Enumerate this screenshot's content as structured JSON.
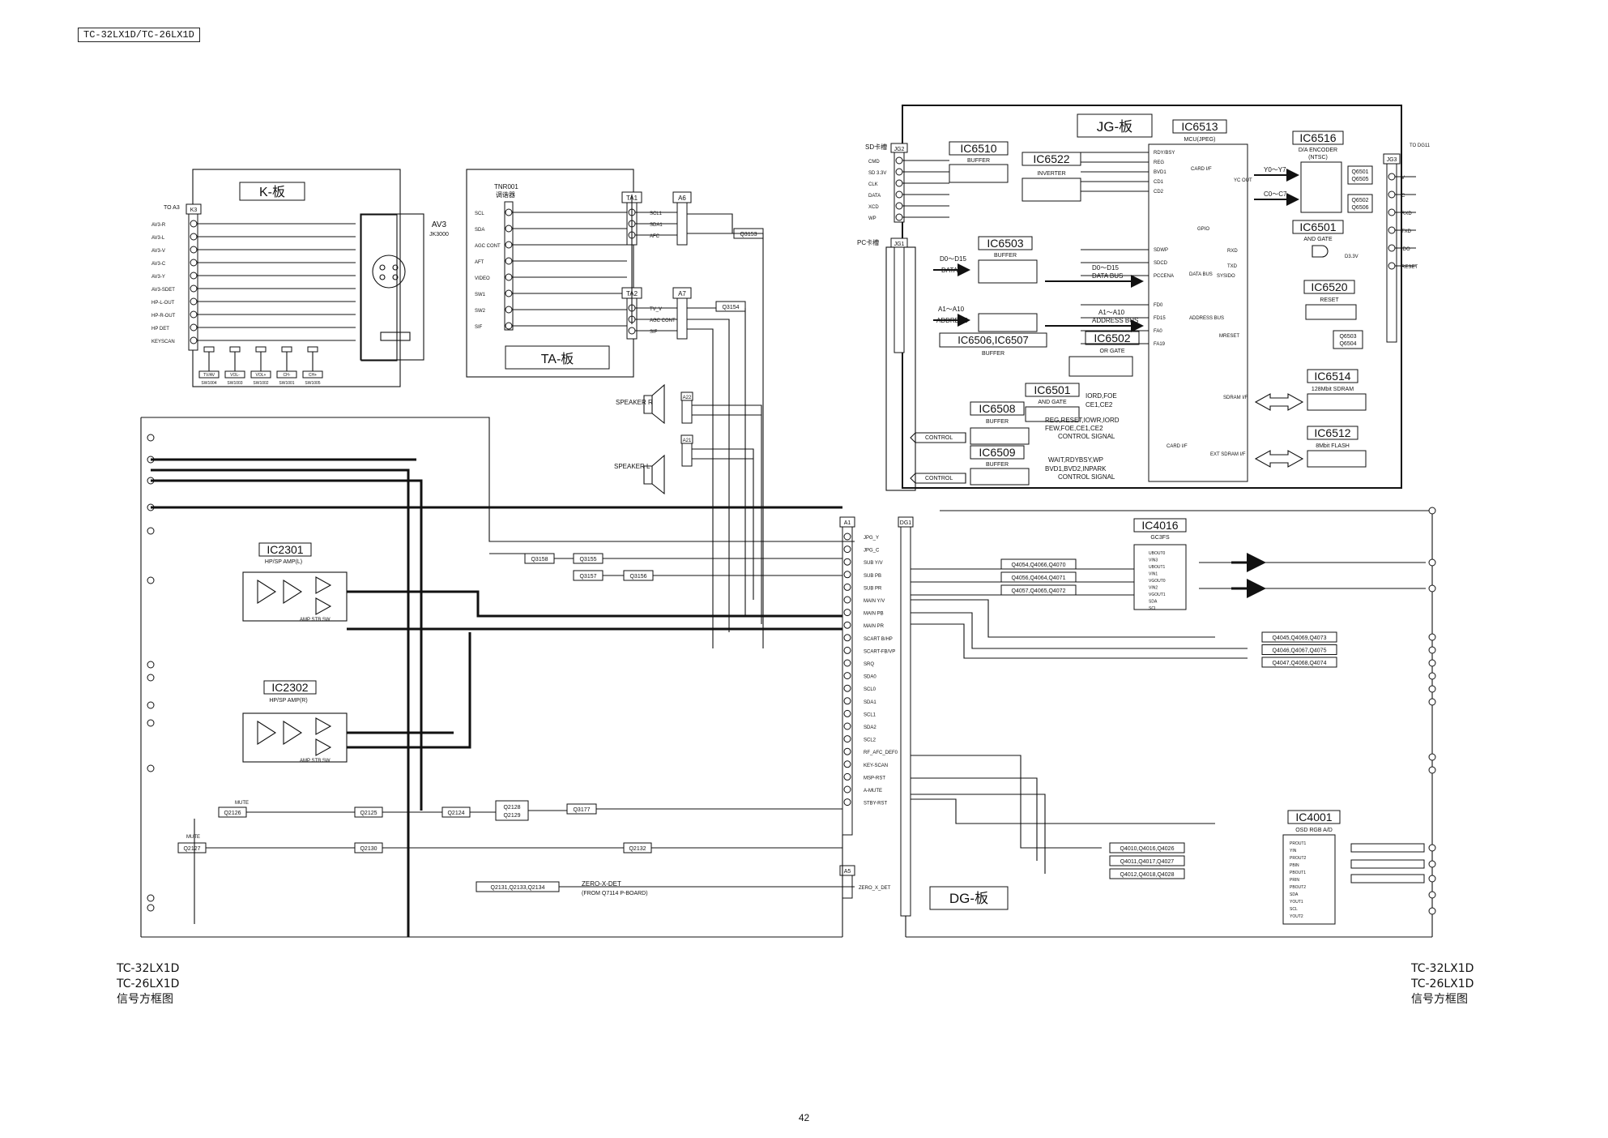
{
  "header": {
    "model": "TC-32LX1D/TC-26LX1D"
  },
  "caption_left": {
    "line1": "TC-32LX1D",
    "line2": "TC-26LX1D",
    "line3": "信号方框图"
  },
  "caption_right": {
    "line1": "TC-32LX1D",
    "line2": "TC-26LX1D",
    "line3": "信号方框图"
  },
  "page_number": "42",
  "boards": {
    "k": {
      "title": "K-板",
      "connector": "K3",
      "to": "TO A3",
      "pins": [
        "AV3-R",
        "AV3-L",
        "AV3-V",
        "AV3-C",
        "AV3-Y",
        "AV3-SDET",
        "HP-L-OUT",
        "HP-R-OUT",
        "HP DET",
        "KEYSCAN"
      ],
      "jack": "AV3",
      "jack_ref": "JK3000",
      "switches": [
        "TV/AV",
        "VOL-",
        "VOL+",
        "CH-",
        "CH+"
      ],
      "switch_refs": [
        "SW1004",
        "SW1003",
        "SW1002",
        "SW1001",
        "SW1005"
      ]
    },
    "ta": {
      "title": "TA-板",
      "tuner": "TNR001",
      "tuner_cn": "调谐器",
      "tuner_pins": [
        "SCL",
        "SDA",
        "AGC CONT",
        "AFT",
        "VIDEO",
        "SW1",
        "SW2",
        "SIF"
      ],
      "conn1": "TA1",
      "conn1_pins": [
        "SCL1",
        "SDA1",
        "AFC"
      ],
      "conn2": "TA2",
      "conn2_pins": [
        "TV_V",
        "AGC CONT",
        "SIF"
      ]
    },
    "jg": {
      "title": "JG-板",
      "sd_label": "SD卡槽",
      "sd_conn": "JG2",
      "sd_pins": [
        "CMD",
        "SD 3.3V",
        "CLK",
        "DATA",
        "XCD",
        "WP"
      ],
      "pc_label": "PC卡槽",
      "pc_conn": "JG1",
      "ic6510": "IC6510",
      "ic6510_fn": "BUFFER",
      "ic6522": "IC6522",
      "ic6522_fn": "INVERTER",
      "ic6503": "IC6503",
      "ic6503_fn": "BUFFER",
      "ic6506": "IC6506,IC6507",
      "ic6506_fn": "BUFFER",
      "ic6502": "IC6502",
      "ic6502_fn": "OR GATE",
      "ic6501a": "IC6501",
      "ic6501a_fn": "AND GATE",
      "ic6508": "IC6508",
      "ic6508_fn": "BUFFER",
      "ic6509": "IC6509",
      "ic6509_fn": "BUFFER",
      "ic6513": "IC6513",
      "ic6513_fn": "MCU(JPEG)",
      "ic6516": "IC6516",
      "ic6516_fn": "D/A ENCODER",
      "ic6516_fn2": "(NTSC)",
      "ic6501b": "IC6501",
      "ic6501b_fn": "AND GATE",
      "ic6520": "IC6520",
      "ic6520_fn": "RESET",
      "ic6514": "IC6514",
      "ic6514_fn": "128Mbit SDRAM",
      "ic6512": "IC6512",
      "ic6512_fn": "8Mbit FLASH",
      "to_dg": "TO DG11",
      "conn3": "JG3",
      "data": "D0～D15",
      "data_lbl": "DATA",
      "data_bus": "DATA BUS",
      "addr": "A1～A10",
      "addr_lbl": "ADDRESS",
      "addr_bus": "ADDRESS BUS",
      "iord": "IORD,FOE",
      "ce": "CE1,CE2",
      "ctrl1": "REG,RESET,IOWR,IORD",
      "ctrl1b": "FEW,FOE,CE1,CE2",
      "ctrl_sig": "CONTROL SIGNAL",
      "ctrl2": "WAIT,RDYBSY,WP",
      "ctrl2b": "BVD1,BVD2,INPARK",
      "control": "CONTROL",
      "mcu_pins": [
        "RDY/BSY",
        "REG",
        "BVD1",
        "CD1",
        "CD2",
        "SDWP",
        "SDCD",
        "PCCENA",
        "FD0",
        "FD15",
        "FA0",
        "FA19"
      ],
      "card_if": "CARD I/F",
      "gpio": "GPIO",
      "data_bus2": "DATA BUS",
      "addr_bus2": "ADDRESS BUS",
      "yc_out": "YC OUT",
      "y_bus": "Y0～Y7",
      "c_bus": "C0～C7",
      "q6501": "Q6501",
      "q6505": "Q6505",
      "q6502": "Q6502",
      "q6506": "Q6506",
      "q6503": "Q6503",
      "q6504": "Q6504",
      "rxd": "RXD",
      "txd": "TXD",
      "sysido": "SYSIDO",
      "mreset": "MRESET",
      "sdram": "SDRAM I/F",
      "ext_sdram": "EXT SDRAM I/F",
      "card": "CARD I/F",
      "v33": "D3.3V",
      "out_pins": [
        "V",
        "C",
        "RXD",
        "TXD",
        "IDO",
        "RESET"
      ]
    },
    "main": {
      "ic2301": "IC2301",
      "ic2301_fn": "HP/SP AMP(L)",
      "ic2302": "IC2302",
      "ic2302_fn": "HP/SP AMP(R)",
      "amp_stb": "AMP STB SW",
      "q3158": "Q3158",
      "q3155": "Q3155",
      "q3157": "Q3157",
      "q3156": "Q3156",
      "q3153": "Q3153",
      "q3154": "Q3154",
      "q3177": "Q3177",
      "q2126": "Q2126",
      "q2125": "Q2125",
      "q2124": "Q2124",
      "q2128": "Q2128",
      "q2129": "Q2129",
      "q2127": "Q2127",
      "q2130": "Q2130",
      "q2132": "Q2132",
      "q2131": "Q2131,Q2133,Q2134",
      "zero": "ZERO-X-DET",
      "from": "(FROM Q7114 P-BOARD)",
      "speaker_r": "SPEAKER R",
      "speaker_l": "SPEAKER L",
      "a6": "A6",
      "a7": "A7",
      "a22": "A22",
      "a21": "A21",
      "a1": "A1",
      "a5": "A5",
      "a1_pins": [
        "JPG_Y",
        "JPG_C",
        "SUB Y/V",
        "SUB PB",
        "SUB PR",
        "MAIN Y/V",
        "MAIN PB",
        "MAIN PR",
        "SCART B/HP",
        "SCART-FB/VP",
        "SRQ",
        "SDA0",
        "SCL0",
        "SDA1",
        "SCL1",
        "SDA2",
        "SCL2",
        "RF_AFC_DEF0",
        "KEY-SCAN",
        "MSP-RST",
        "A-MUTE",
        "STBY-RST"
      ],
      "zero_pin": "ZERO_X_DET",
      "mute": "MUTE"
    },
    "dg": {
      "title": "DG-板",
      "conn": "DG1",
      "ic4016": "IC4016",
      "ic4016_fn": "GC3FS",
      "ic4001": "IC4001",
      "ic4001_fn": "OSD RGB A/D",
      "q_sub": [
        "Q4054,Q4066,Q4070",
        "Q4056,Q4064,Q4071",
        "Q4057,Q4065,Q4072"
      ],
      "q_main": [
        "Q4045,Q4069,Q4073",
        "Q4046,Q4067,Q4075",
        "Q4047,Q4068,Q4074"
      ],
      "q_osd": [
        "Q4010,Q4016,Q4026",
        "Q4011,Q4017,Q4027",
        "Q4012,Q4018,Q4028"
      ],
      "gc_pins": [
        "UBOUT0",
        "VIN3",
        "UBOUT1",
        "VIN1",
        "VGOUT0",
        "VIN2",
        "VGOUT1",
        "SDA",
        "SCL"
      ],
      "osd_pins": [
        "PROUT1",
        "YIN",
        "PROUT2",
        "PBIN",
        "PBOUT1",
        "PRIN",
        "PBOUT2",
        "SDA",
        "YOUT1",
        "SCL",
        "YOUT2"
      ]
    }
  }
}
